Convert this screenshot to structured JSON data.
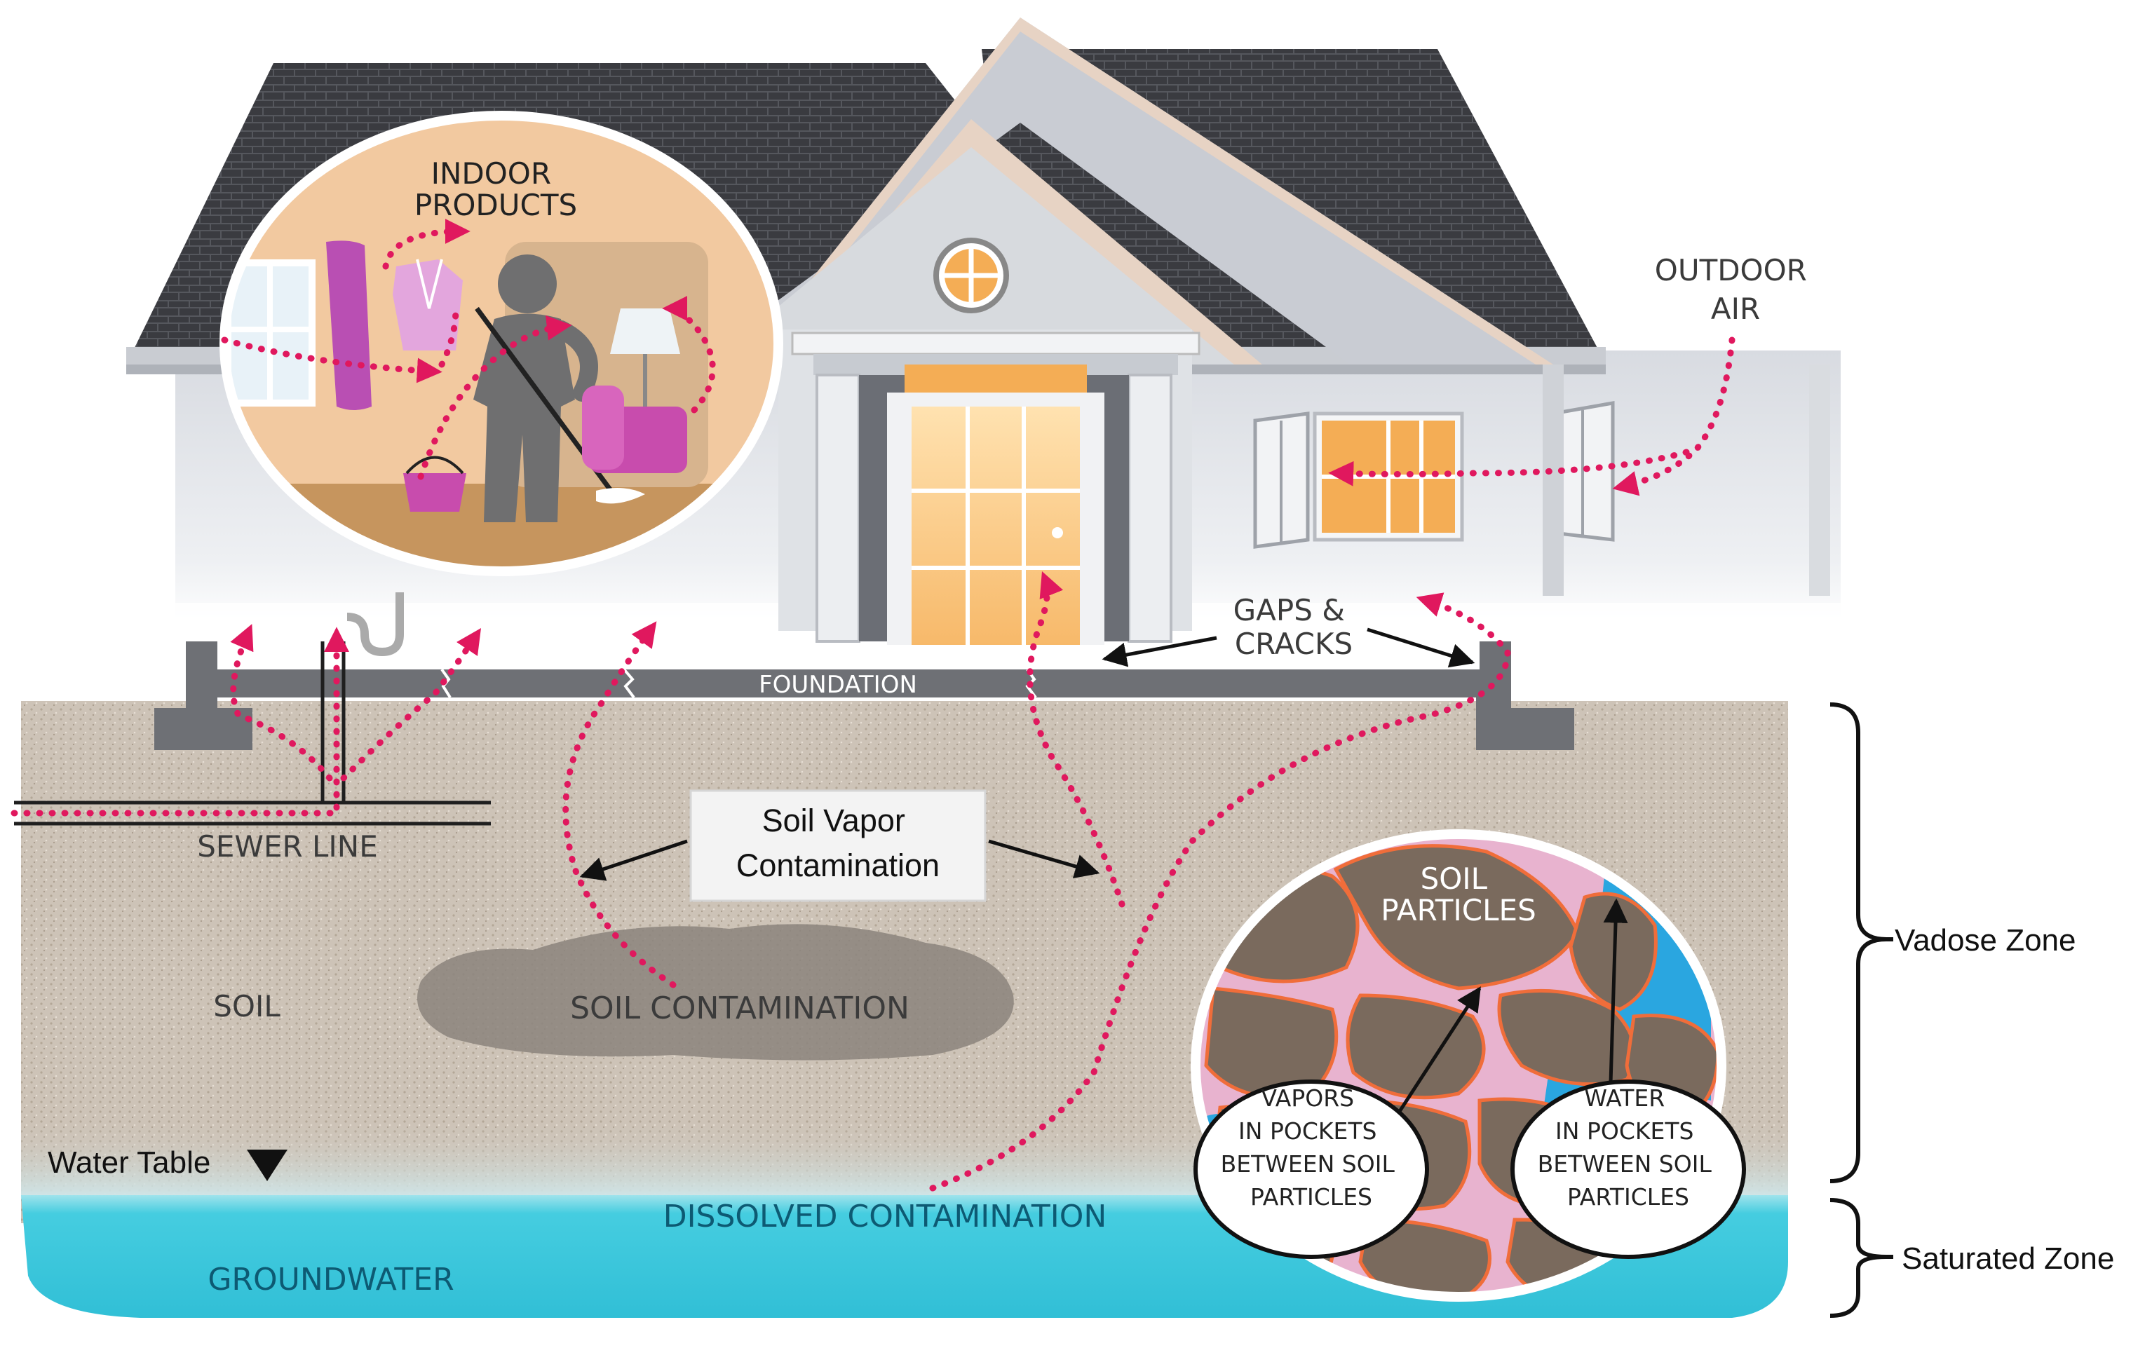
{
  "labels": {
    "indoor_products": [
      "INDOOR",
      "PRODUCTS"
    ],
    "outdoor_air": [
      "OUTDOOR",
      "AIR"
    ],
    "gaps_cracks": [
      "GAPS &",
      "CRACKS"
    ],
    "foundation": "FOUNDATION",
    "sewer_line": "SEWER LINE",
    "soil_vapor": [
      "Soil Vapor",
      "Contamination"
    ],
    "soil": "SOIL",
    "soil_contamination": "SOIL CONTAMINATION",
    "soil_particles": [
      "SOIL",
      "PARTICLES"
    ],
    "vapors_pockets": [
      "VAPORS",
      "IN POCKETS",
      "BETWEEN SOIL",
      "PARTICLES"
    ],
    "water_pockets": [
      "WATER",
      "IN POCKETS",
      "BETWEEN SOIL",
      "PARTICLES"
    ],
    "water_table": "Water Table",
    "dissolved_contamination": "DISSOLVED CONTAMINATION",
    "groundwater": "GROUNDWATER",
    "vadose_zone": "Vadose Zone",
    "saturated_zone": "Saturated Zone"
  },
  "colors": {
    "vapor_path": "#e0185e",
    "soil": "#cfc5b9",
    "groundwater": "#3cc9d9",
    "roof": "#3e3f44",
    "house_wall": "#e4e6ea",
    "soil_particle": "#7a6a5d",
    "vapor_pocket": "#e9b2cf",
    "water_pocket": "#29a6e0",
    "indoor_bg": "#f2c9a0"
  },
  "icons": [
    "dotted-vapor-arrow",
    "water-table-triangle",
    "zone-brace",
    "pointer-arrow"
  ]
}
